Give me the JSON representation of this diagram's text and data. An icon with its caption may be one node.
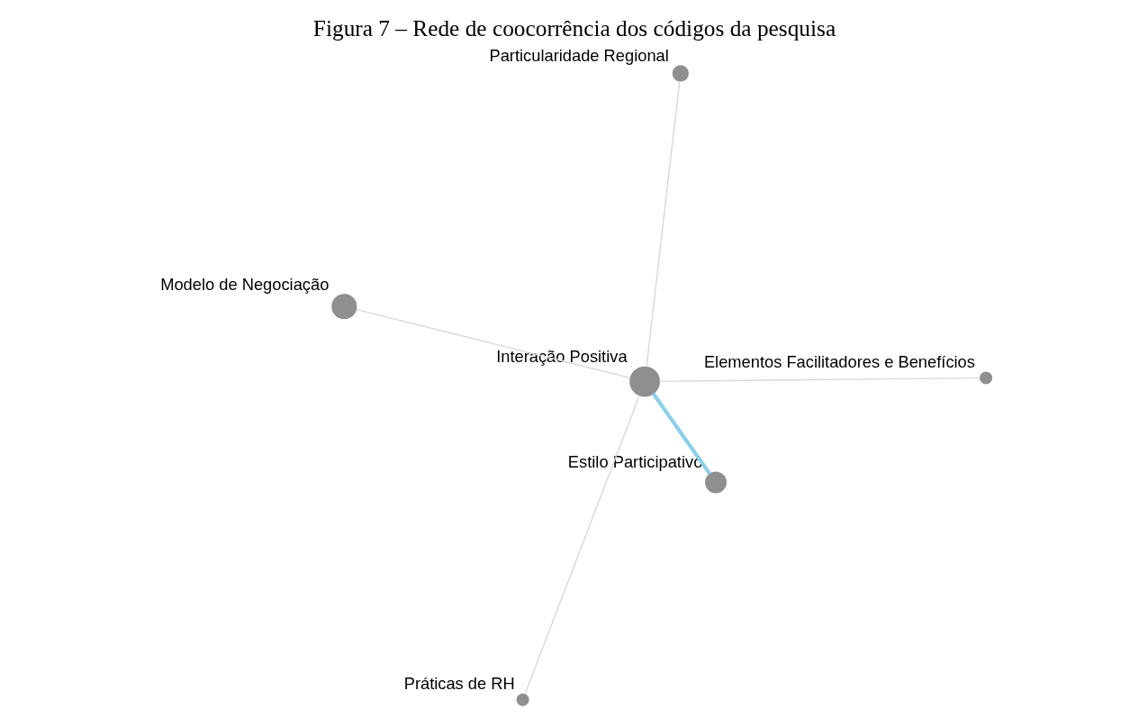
{
  "diagram": {
    "title": "Figura 7 – Rede de coocorrência dos códigos da pesquisa",
    "nodes": [
      {
        "text": [],
        "shape": "circle",
        "beside": [
          "Práticas de RH"
        ]
      },
      {
        "text": [],
        "shape": "circle",
        "beside": [
          "Estilo Participativo"
        ]
      },
      {
        "text": [],
        "shape": "circle",
        "beside": [
          "Interação Positiva"
        ]
      },
      {
        "text": [],
        "shape": "circle",
        "beside": [
          "Particularidade Regional"
        ]
      },
      {
        "text": [],
        "shape": "circle",
        "beside": [
          "Elementos Facilitadores e Benefícios"
        ]
      },
      {
        "text": [],
        "shape": "circle",
        "beside": [
          "Modelo de Negociação"
        ]
      }
    ],
    "edges": [
      {
        "from": 2,
        "to": 0,
        "arrow": "none"
      },
      {
        "from": 2,
        "to": 1,
        "arrow": "none",
        "style": "thick",
        "color": "#8ccfe8"
      },
      {
        "from": 2,
        "to": 3,
        "arrow": "none"
      },
      {
        "from": 2,
        "to": 4,
        "arrow": "none"
      },
      {
        "from": 2,
        "to": 5,
        "arrow": "none"
      }
    ]
  }
}
